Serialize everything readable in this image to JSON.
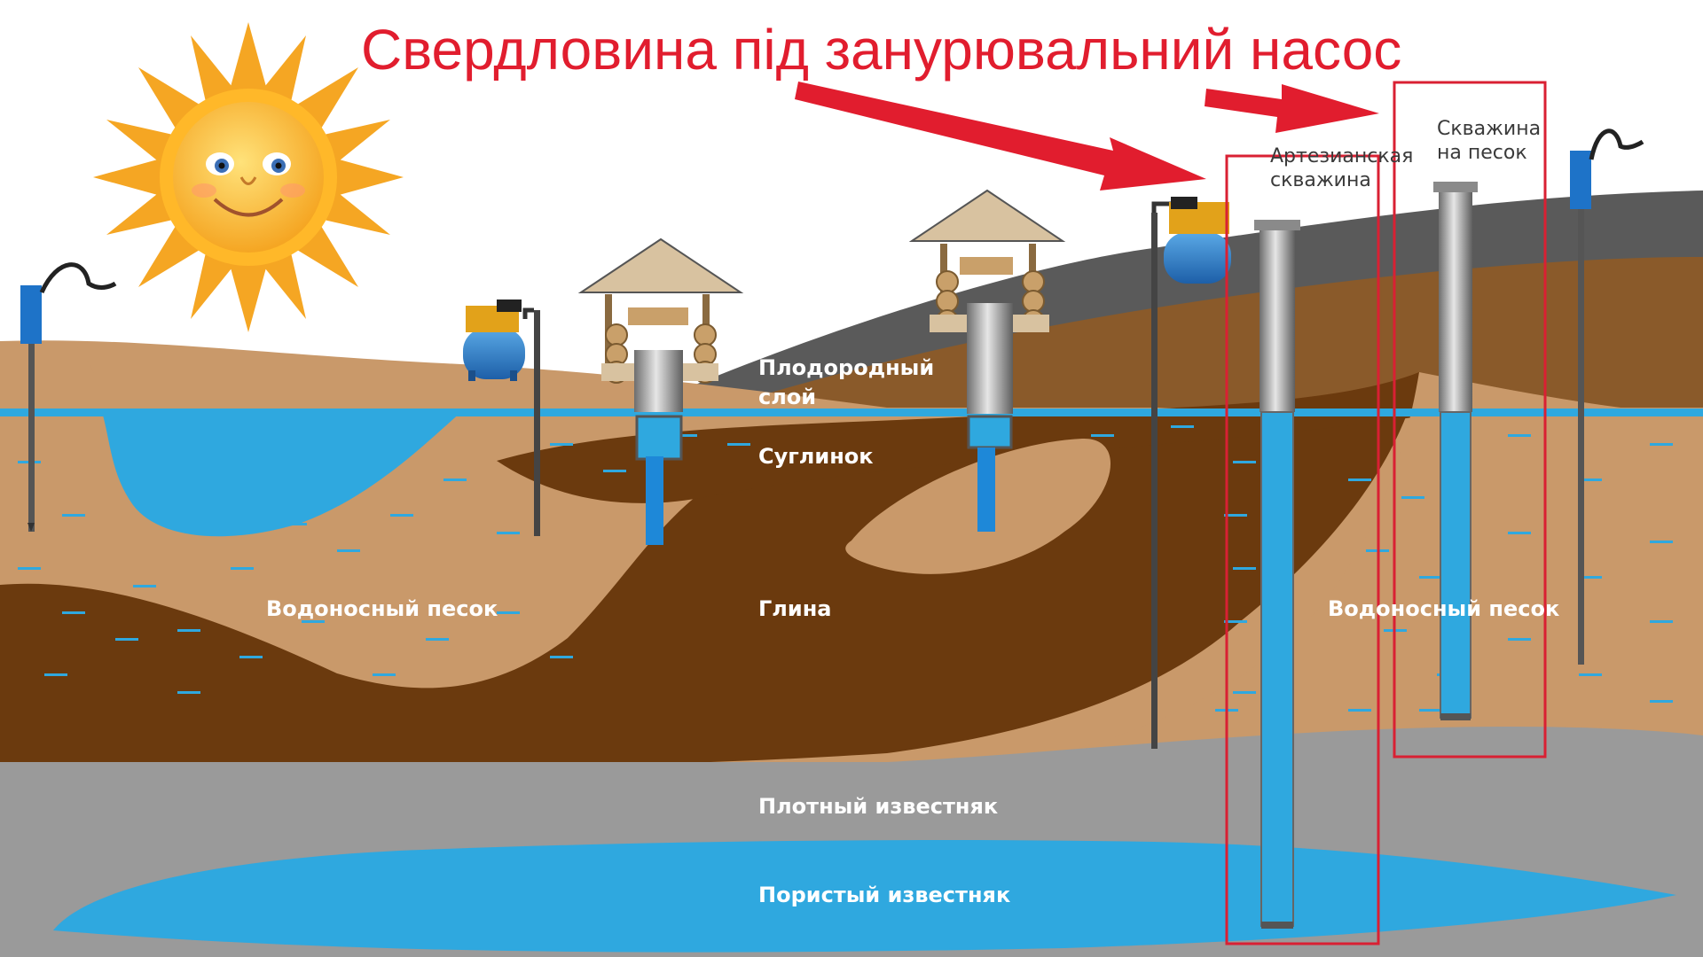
{
  "title": "Свердловина під занурювальний насос",
  "layers": {
    "fertile": "Плодородный слой",
    "loam": "Суглинок",
    "clay": "Глина",
    "sand_left": "Водоносный песок",
    "sand_right": "Водоносный песок",
    "dense_limestone": "Плотный известняк",
    "porous_limestone": "Пористый известняк"
  },
  "wells": {
    "artesian": [
      "Артезианская",
      "скважина"
    ],
    "sand": [
      "Скважина",
      "на песок"
    ]
  },
  "colors": {
    "title_red": "#e11d2e",
    "water_blue": "#2fa8df",
    "sand": "#c9996a",
    "clay": "#6b3a0e",
    "limestone": "#9a9a9a",
    "fertile": "#555555",
    "highlight_box": "#d92033"
  },
  "icons": [
    "sun-icon",
    "hand-pump-icon",
    "pump-station-icon",
    "well-house-icon",
    "arrow-icon"
  ]
}
